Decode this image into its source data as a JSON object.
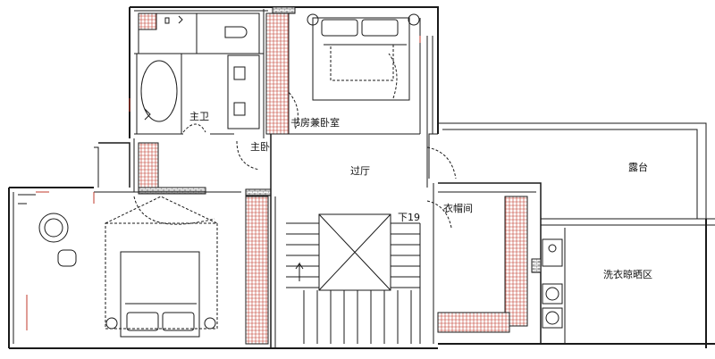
{
  "rooms": {
    "master_bath": "主卫",
    "master_bedroom": "主卧",
    "study_bedroom": "书房兼卧室",
    "hallway": "过厅",
    "cloakroom": "衣帽间",
    "stairs_down": "下19",
    "terrace": "露台",
    "laundry_drying": "洗衣晾晒区"
  },
  "colors": {
    "wall": "#1a1a1a",
    "line": "#222222",
    "hatch": "#c0392b",
    "background": "#ffffff"
  }
}
